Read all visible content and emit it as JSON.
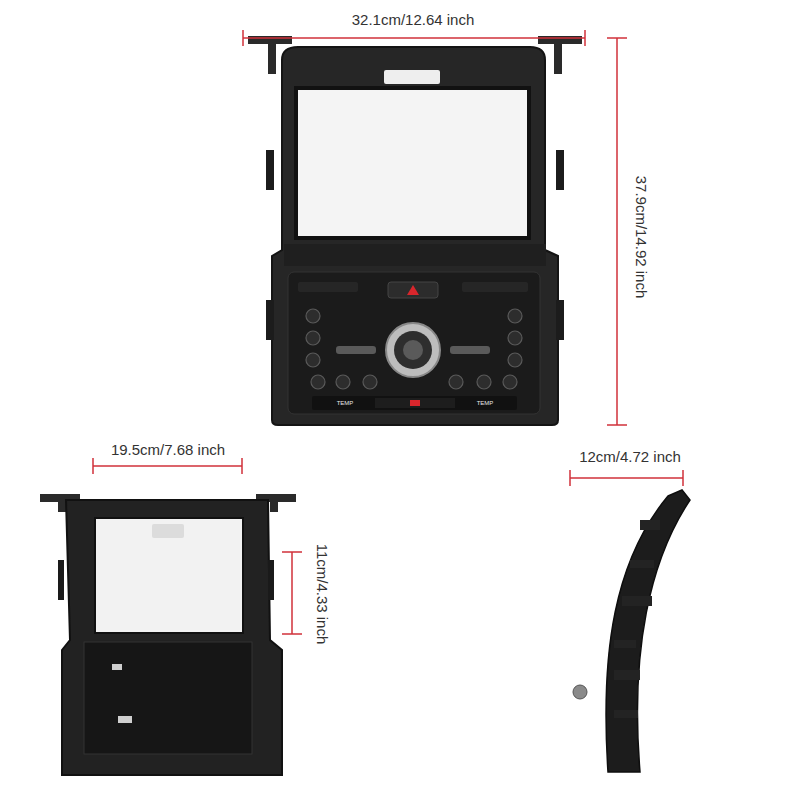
{
  "diagram": {
    "labels": [
      "32.1cm/12.64 inch",
      "37.9cm/14.92 inch",
      "19.5cm/7.68 inch",
      "11cm/4.33 inch",
      "12cm/4.72 inch",
      "TEMP",
      "TEMP"
    ]
  }
}
